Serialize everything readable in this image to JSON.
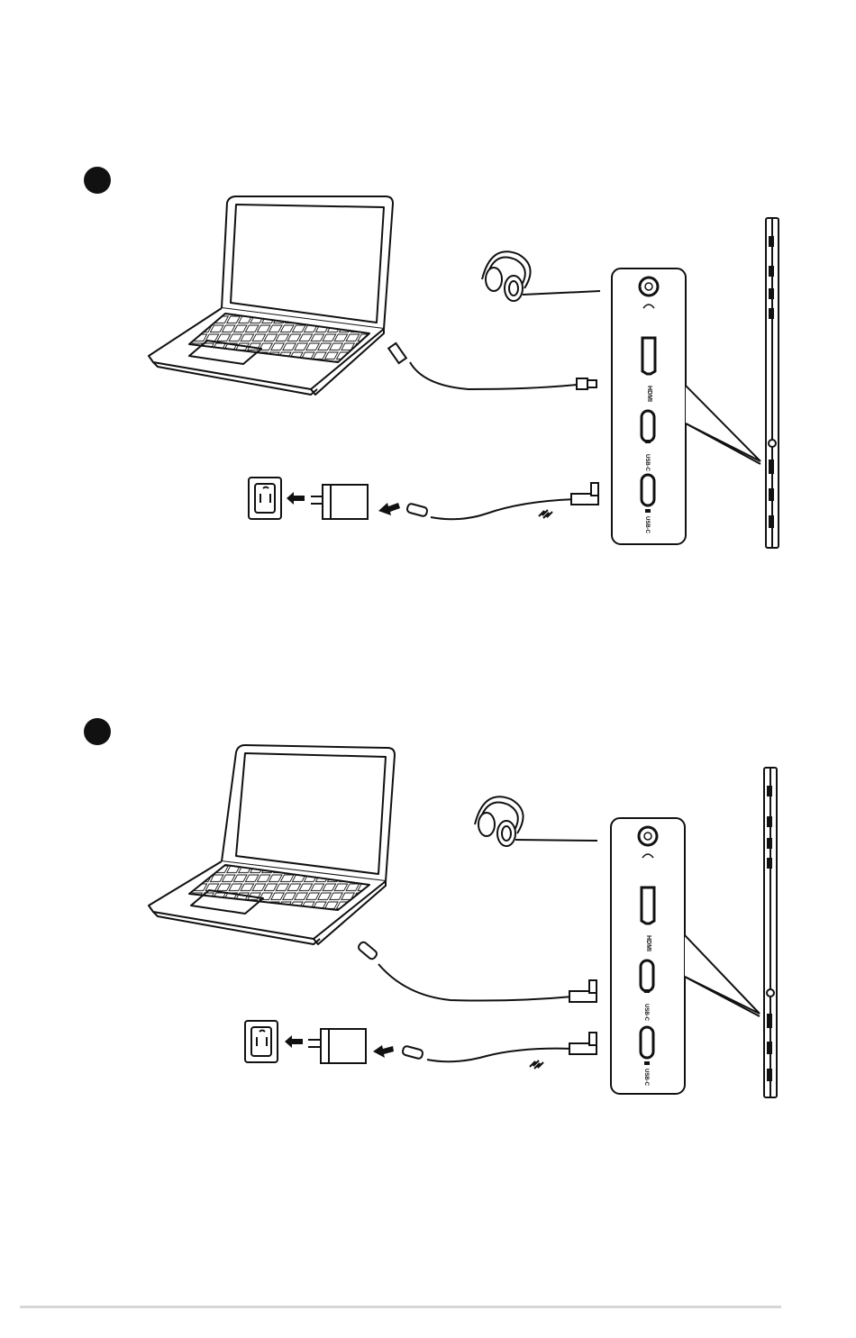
{
  "steps": [
    {
      "id": "step-1",
      "mode": "hdmi"
    },
    {
      "id": "step-2",
      "mode": "usb-c"
    }
  ],
  "ports": {
    "hdmi_label": "HDMI",
    "usbc_label": "USB-C",
    "audio_icon": "headphone-jack-icon"
  },
  "colors": {
    "line": "#111111",
    "fill": "#ffffff",
    "rule": "#d6d6d6"
  }
}
